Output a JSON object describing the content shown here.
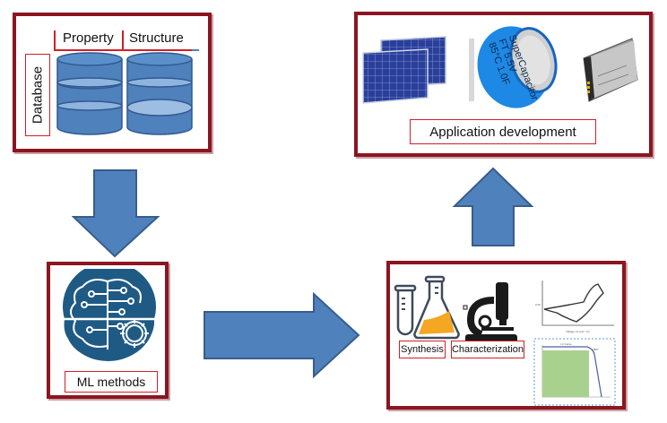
{
  "diagram": {
    "database_box": {
      "column_headers": [
        "Property",
        "Structure"
      ],
      "row_label": "Database",
      "icon": "database-cylinders-icon"
    },
    "application_box": {
      "label": "Application development",
      "images": [
        "solar-panel-icon",
        "supercapacitor-icon",
        "battery-icon"
      ],
      "supercapacitor_text": [
        "SuperCapacitor",
        "FT 5.5V",
        "85°C 1.0F"
      ]
    },
    "ml_box": {
      "label": "ML methods",
      "icon": "brain-circuit-gear-icon"
    },
    "experiment_box": {
      "labels": [
        "Synthesis",
        "Characterization"
      ],
      "icons": [
        "test-tube-icon",
        "flask-icon",
        "microscope-icon",
        "cv-curve-plot-icon",
        "iv-curve-plot-icon"
      ]
    },
    "arrows": [
      {
        "name": "arrow-database-to-ml",
        "direction": "down"
      },
      {
        "name": "arrow-ml-to-experiment",
        "direction": "right"
      },
      {
        "name": "arrow-experiment-to-application",
        "direction": "up"
      }
    ],
    "colors": {
      "frame": "#8b1520",
      "label_border": "#d0202a",
      "arrow_fill": "#4f81bd",
      "arrow_stroke": "#385d8a",
      "cylinder_fill": "#4f81bd",
      "ml_icon_fill": "#1f5a85",
      "flask_liquid": "#f5a623",
      "iv_fill": "#a9d18e"
    }
  }
}
